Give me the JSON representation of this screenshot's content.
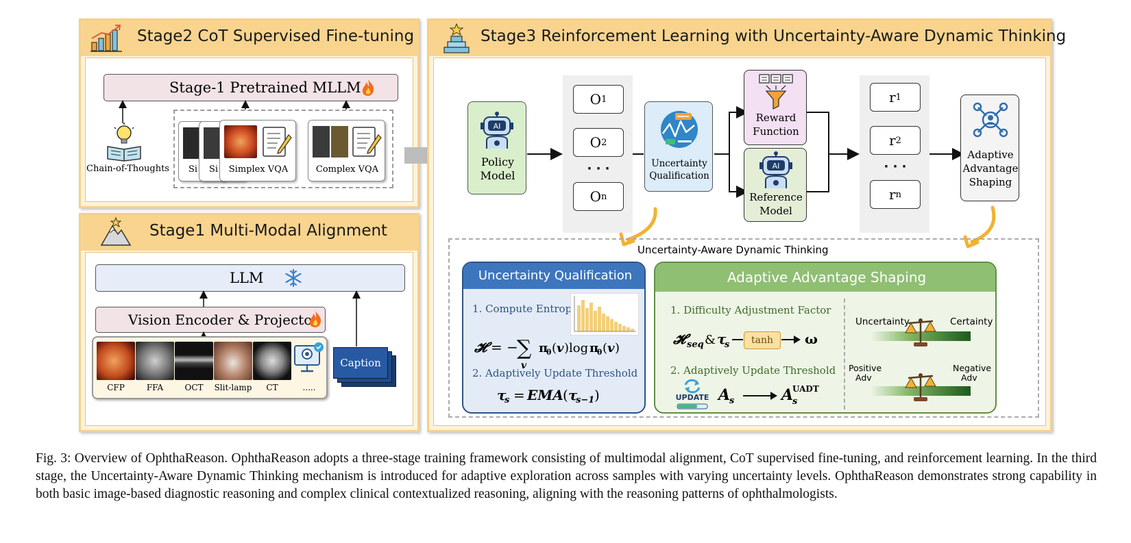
{
  "stage2": {
    "title": "Stage2 CoT Supervised Fine-tuning",
    "pretrained_label": "Stage-1 Pretrained MLLM",
    "cot_label": "Chain-of-Thoughts",
    "card_partial_1": "Si",
    "card_partial_2": "Si",
    "simplex_label": "Simplex VQA",
    "complex_label": "Complex VQA"
  },
  "stage1": {
    "title": "Stage1 Multi-Modal Alignment",
    "llm_label": "LLM",
    "encoder_label": "Vision Encoder & Projector",
    "modalities": [
      "CFP",
      "FFA",
      "OCT",
      "Slit-lamp",
      "CT",
      "....."
    ],
    "caption_label": "Caption"
  },
  "stage3": {
    "title": "Stage3 Reinforcement Learning with Uncertainty-Aware Dynamic Thinking",
    "policy_model": [
      "Policy",
      "Model"
    ],
    "outputs": {
      "o1_main": "O",
      "o1_sub": "1",
      "o2_main": "O",
      "o2_sub": "2",
      "on_main": "O",
      "on_sub": "n",
      "dots": "· · ·"
    },
    "uncertainty_box": [
      "Uncertainty",
      "Qualification"
    ],
    "reward_function": [
      "Reward",
      "Function"
    ],
    "reference_model": [
      "Reference",
      "Model"
    ],
    "rewards": {
      "r1_main": "r",
      "r1_sub": "1",
      "r2_main": "r",
      "r2_sub": "2",
      "rn_main": "r",
      "rn_sub": "n",
      "dots": "· · ·"
    },
    "adaptive_box": [
      "Adaptive",
      "Advantage",
      "Shaping"
    ],
    "dynamic_label": "Uncertainty-Aware Dynamic Thinking",
    "uq_panel": {
      "title": "Uncertainty Qualification",
      "step1": "1. Compute Entropy",
      "step2": "2. Adaptively Update Threshold"
    },
    "aas_panel": {
      "title": "Adaptive Advantage Shaping",
      "step1": "1. Difficulty Adjustment Factor",
      "tanh": "tanh",
      "step2": "2. Adaptively Update Threshold",
      "update_icon_text": "UPDATE",
      "uncertainty": "Uncertainty",
      "certainty": "Certainty",
      "positive_adv": [
        "Positive",
        "Adv"
      ],
      "negative_adv": [
        "Negative",
        "Adv"
      ]
    }
  },
  "colors": {
    "panel_fill": "#fdf3dc",
    "panel_header": "#f8d48e",
    "uq_blue": "#3d76bd",
    "aas_green": "#8fbf73",
    "policy_green": "#d9eecb",
    "reward_pink": "#f4e0f3",
    "arrow_orange": "#f2b230"
  },
  "figure_caption": "Fig. 3: Overview of OphthaReason. OphthaReason adopts a three-stage training framework consisting of multimodal alignment, CoT supervised fine-tuning, and reinforcement learning. In the third stage, the Uncertainty-Aware Dynamic Thinking mechanism is introduced for adaptive exploration across samples with varying uncertainty levels. OphthaReason demonstrates strong capability in both basic image-based diagnostic reasoning and complex clinical contextualized reasoning, aligning with the reasoning patterns of ophthalmologists."
}
